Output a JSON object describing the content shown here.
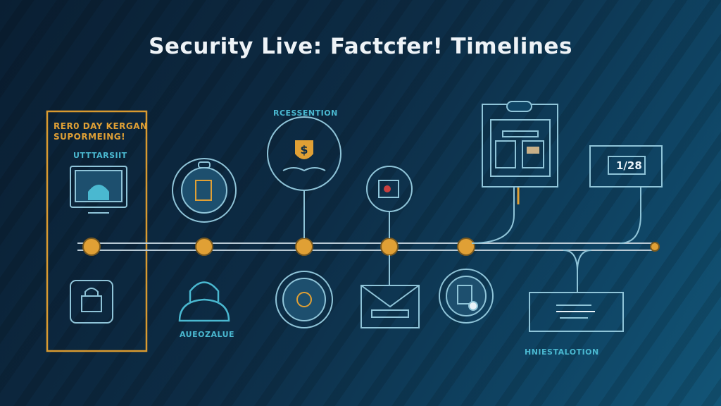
{
  "title": "Security Live: Factcfer! Timelines",
  "left_panel": {
    "heading_line1": "RER0 DAY KERGAN",
    "heading_line2": "SUPORMEING!",
    "sublabel": "UTTTARSIIT"
  },
  "labels": {
    "top_center": "RCESSENTION",
    "bottom_left": "AUEOZALUE",
    "bottom_right": "HNIESTALOTION"
  },
  "display_value": "1/28",
  "colors": {
    "accent": "#e0a035",
    "line": "#8fc4d8",
    "icon": "#4ab8d0"
  }
}
